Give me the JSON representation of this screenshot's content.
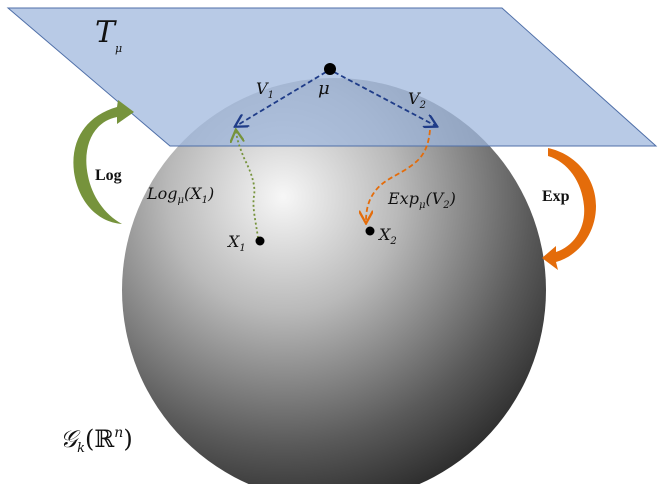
{
  "tangent_plane": {
    "symbol": "T",
    "subscript": "μ",
    "color": "#9db5dc"
  },
  "base_point": {
    "label": "μ"
  },
  "vectors": {
    "v1": {
      "symbol": "V",
      "subscript": "1"
    },
    "v2": {
      "symbol": "V",
      "subscript": "2"
    }
  },
  "points": {
    "x1": {
      "symbol": "X",
      "subscript": "1"
    },
    "x2": {
      "symbol": "X",
      "subscript": "2"
    }
  },
  "maps": {
    "log": {
      "label": "Log",
      "color": "#76933c"
    },
    "exp": {
      "label": "Exp",
      "color": "#e46c0a"
    },
    "log_expr": {
      "name": "Log",
      "subscript": "μ",
      "argument_open": "(X",
      "argument_sub": "1",
      "argument_close": ")"
    },
    "exp_expr": {
      "name": "Exp",
      "subscript": "μ",
      "argument_open": "(V",
      "argument_sub": "2",
      "argument_close": ")"
    }
  },
  "manifold": {
    "symbol": "𝒢",
    "subscript": "k",
    "argument": "(ℝ",
    "superscript": "n",
    "argument_close": ")"
  },
  "colors": {
    "vector_arrows": "#1f3c88",
    "sphere_dark": "#2b2b2b",
    "sphere_light": "#f4f4f4"
  }
}
